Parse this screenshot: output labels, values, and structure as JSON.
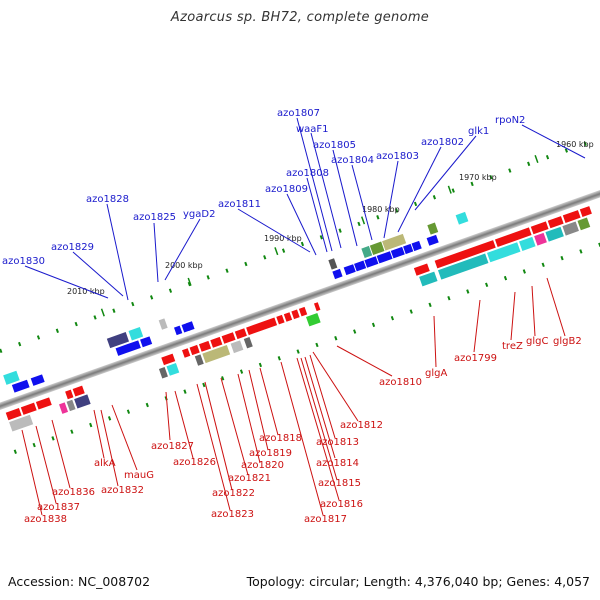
{
  "title": "Azoarcus sp. BH72, complete genome",
  "accession": "Accession: NC_008702",
  "summary": "Topology: circular; Length: 4,376,040 bp; Genes: 4,057",
  "ticks": [
    "1960 kbp",
    "1970 kbp",
    "1980 kbp",
    "1990 kbp",
    "2000 kbp",
    "2010 kbp"
  ],
  "labels_top": [
    "rpoN2",
    "glk1",
    "azo1802",
    "azo1803",
    "azo1804",
    "azo1805",
    "waaF1",
    "azo1807",
    "azo1808",
    "azo1809",
    "azo1811",
    "ygaD2",
    "azo1825",
    "azo1828",
    "azo1829",
    "azo1830"
  ],
  "labels_bottom": [
    "glgB2",
    "glgC",
    "treZ",
    "azo1799",
    "glgA",
    "azo1810",
    "azo1812",
    "azo1813",
    "azo1814",
    "azo1815",
    "azo1816",
    "azo1817",
    "azo1818",
    "azo1819",
    "azo1820",
    "azo1821",
    "azo1822",
    "azo1823",
    "azo1826",
    "azo1827",
    "mauG",
    "alkA",
    "azo1832",
    "azo1836",
    "azo1837",
    "azo1838"
  ],
  "colors": {
    "top_label": "#1a1acc",
    "bottom_label": "#cc1111",
    "backbone": "#8a8a8a",
    "tick": "#118811"
  }
}
